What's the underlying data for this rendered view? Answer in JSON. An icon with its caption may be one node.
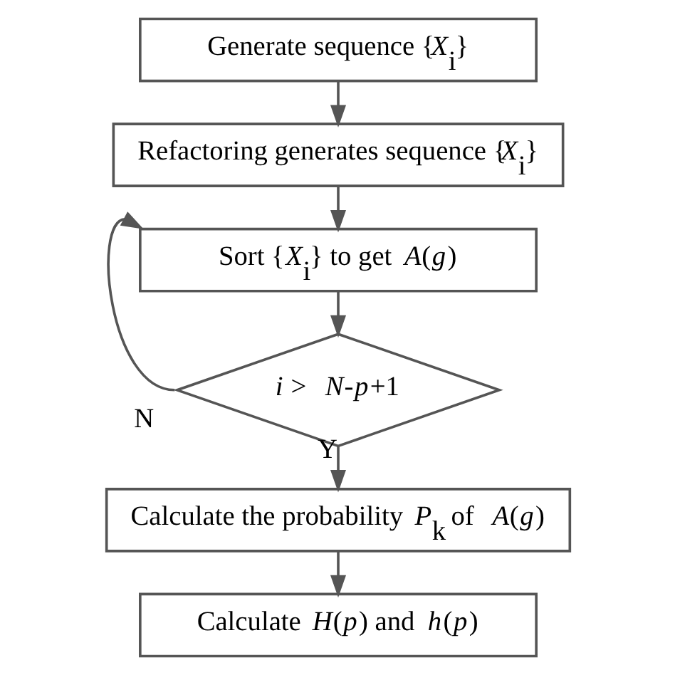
{
  "diagram": {
    "nodes": [
      {
        "text": [
          "Generate sequence {*X*$_{i}$}"
        ]
      },
      {
        "text": [
          "Refactoring generates sequence {*X*$_{i}$}"
        ]
      },
      {
        "text": [
          "Sort {*X*$_{i}$} to get *A*(*g*)"
        ]
      },
      {
        "text": [
          "*i* > *N*-*p*+1"
        ]
      },
      {
        "text": [
          "Calculate the probability *P*$_{k}$ of *A*(*g*)"
        ]
      },
      {
        "text": [
          "Calculate *H*(*p*) and *h*(*p*)"
        ]
      }
    ],
    "edges": [
      {
        "from": 0,
        "to": 1,
        "arrow": "to"
      },
      {
        "from": 1,
        "to": 2,
        "arrow": "to"
      },
      {
        "from": 2,
        "to": 3,
        "arrow": "to"
      },
      {
        "from": 3,
        "to": 2,
        "arrow": "to",
        "label": "N"
      },
      {
        "from": 3,
        "to": 4,
        "arrow": "to",
        "label": "Y"
      },
      {
        "from": 4,
        "to": 5,
        "arrow": "to"
      }
    ]
  }
}
